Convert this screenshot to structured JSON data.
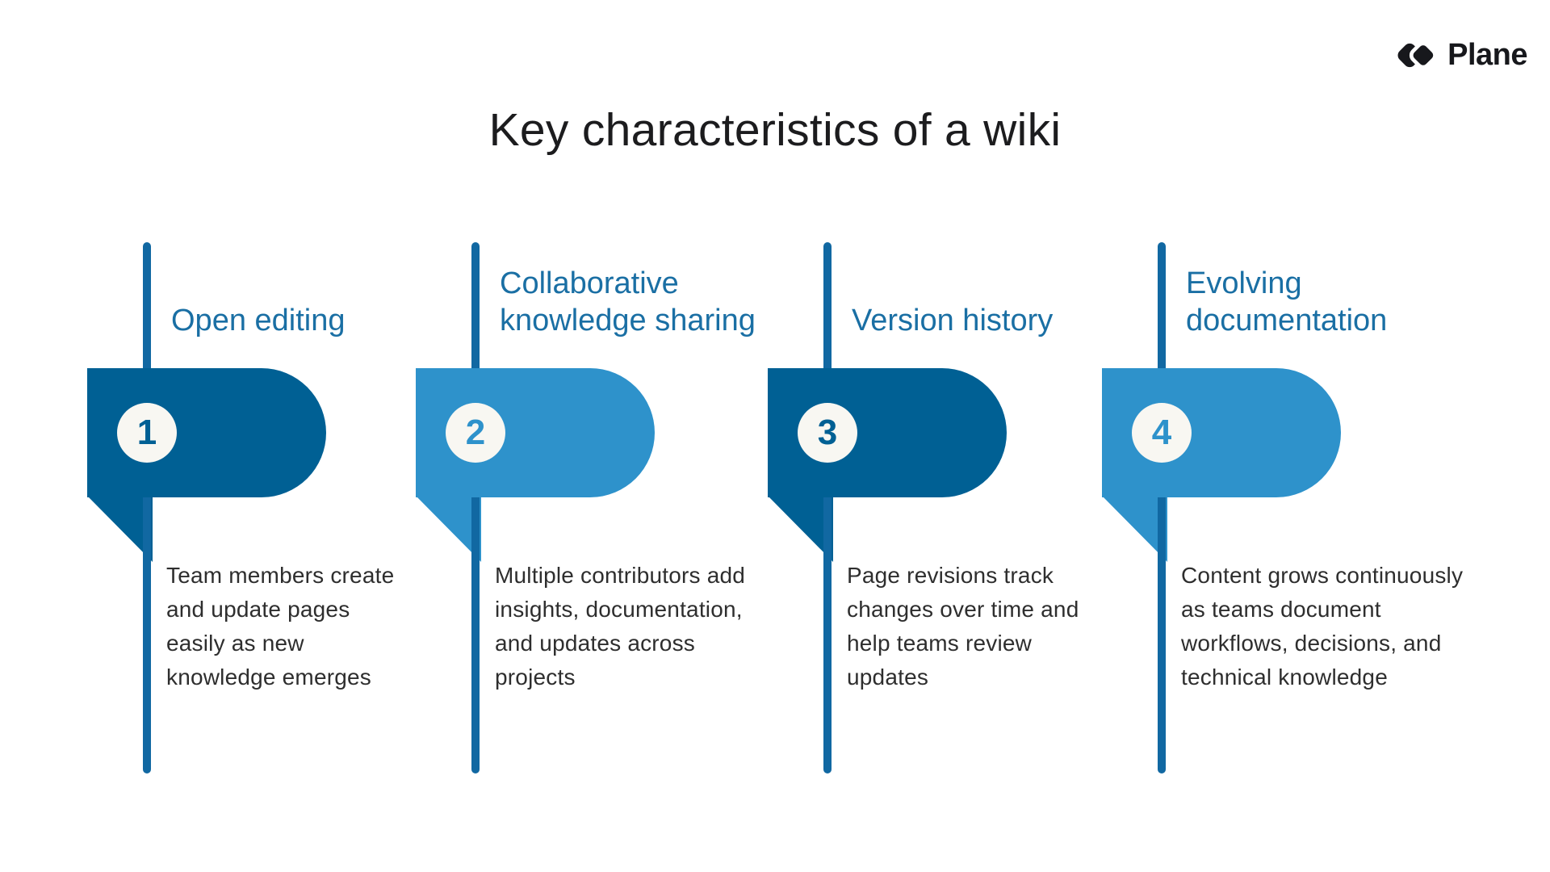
{
  "logo": {
    "text": "Plane"
  },
  "title": "Key characteristics of a wiki",
  "colors": {
    "dark_blue": "#006094",
    "light_blue": "#2E92CB",
    "line_blue": "#1168A2",
    "heading_blue": "#1A6FA4",
    "circle_fill": "#F8F7F2",
    "title_color": "#1C1C1E",
    "desc_color": "#2E2E2E",
    "logo_color": "#17181C"
  },
  "items": [
    {
      "number": "1",
      "heading": "Open editing",
      "description": "Team members create\nand update pages\neasily as new\nknowledge emerges"
    },
    {
      "number": "2",
      "heading": "Collaborative\nknowledge sharing",
      "description": "Multiple contributors add\ninsights, documentation,\nand updates across\nprojects"
    },
    {
      "number": "3",
      "heading": "Version history",
      "description": "Page revisions track\nchanges over time and\nhelp teams review\nupdates"
    },
    {
      "number": "4",
      "heading": "Evolving\ndocumentation",
      "description": "Content grows continuously\nas teams document\nworkflows, decisions, and\ntechnical knowledge"
    }
  ]
}
